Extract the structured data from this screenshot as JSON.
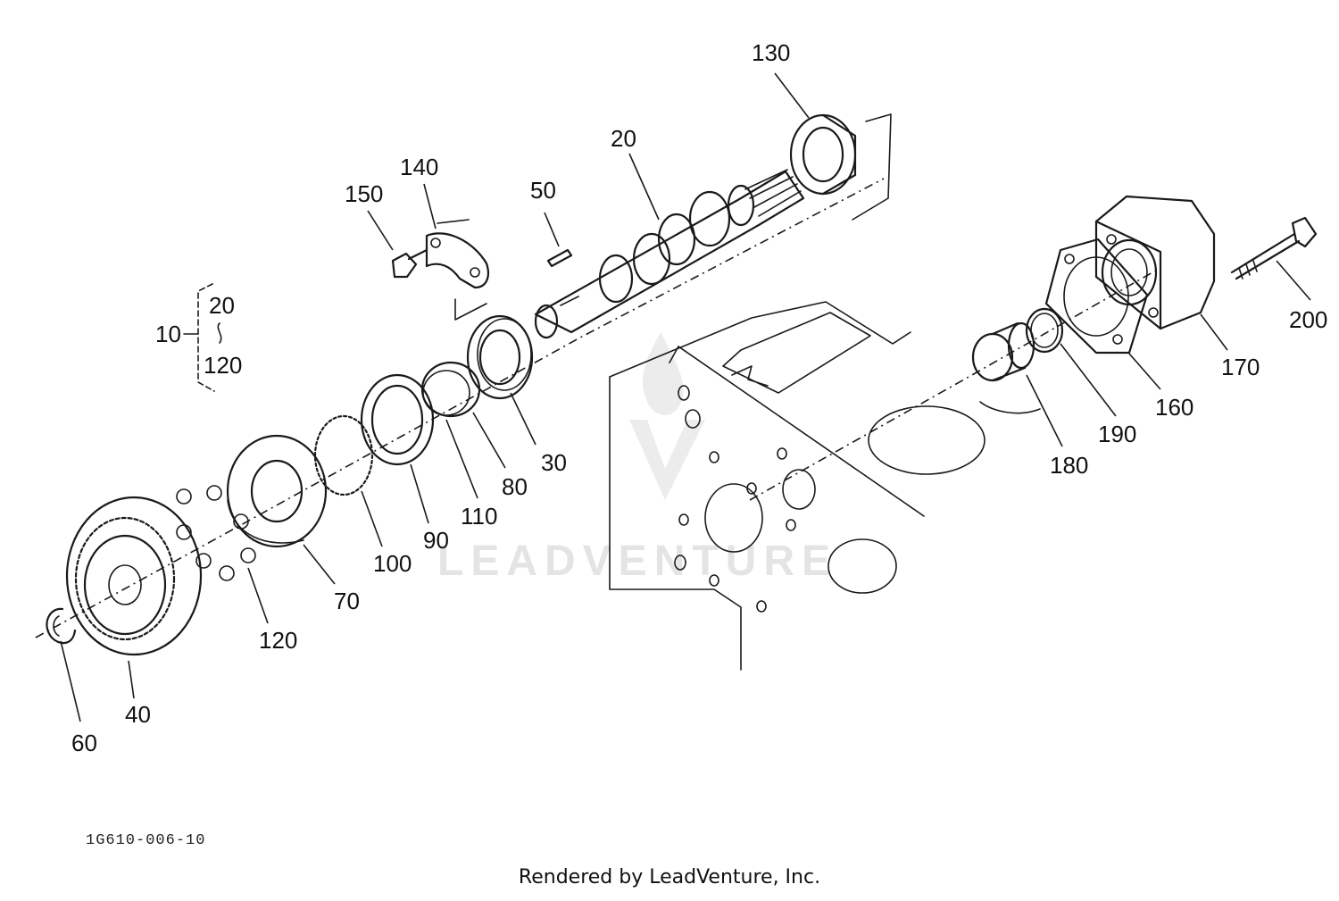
{
  "diagram": {
    "watermark": "LEADVENTURE",
    "drawing_code": "1G610-006-10",
    "credit": "Rendered by LeadVenture, Inc.",
    "callouts": {
      "c10": "10",
      "c20_bracket": "20",
      "c120_bracket": "120",
      "c20": "20",
      "c30": "30",
      "c40": "40",
      "c50": "50",
      "c60": "60",
      "c70": "70",
      "c80": "80",
      "c90": "90",
      "c100": "100",
      "c110": "110",
      "c120": "120",
      "c130": "130",
      "c140": "140",
      "c150": "150",
      "c160": "160",
      "c170": "170",
      "c180": "180",
      "c190": "190",
      "c200": "200"
    }
  }
}
